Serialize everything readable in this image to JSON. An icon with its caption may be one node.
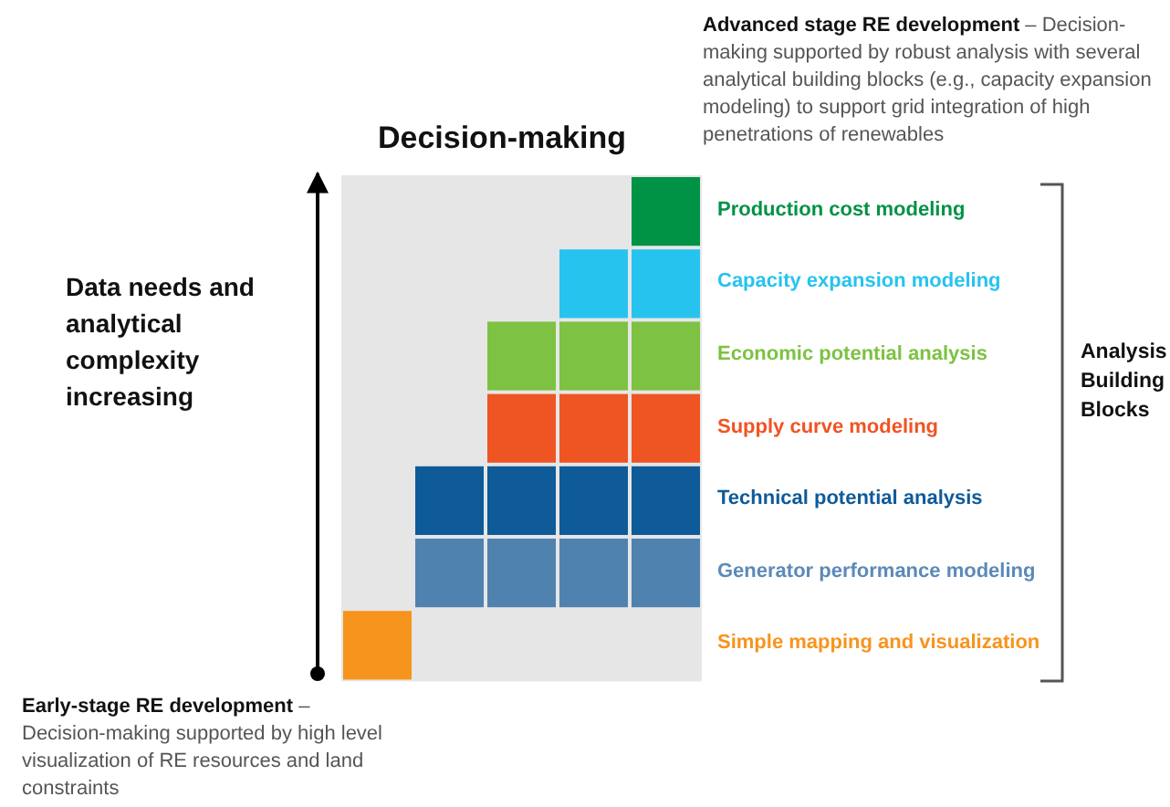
{
  "diagram": {
    "title": "Decision-making",
    "labels": [
      "**Advanced stage RE development** – Decision-making supported by robust analysis with several analytical building blocks (e.g., capacity expansion modeling) to support grid integration of high penetrations of renewables",
      "Data needs and analytical complexity increasing",
      "Production cost modeling",
      "Capacity expansion modeling",
      "Economic potential analysis",
      "Supply curve modeling",
      "Technical potential analysis",
      "Generator performance modeling",
      "Simple mapping and visualization",
      "Analysis Building Blocks",
      "**Early-stage RE development** – Decision-making supported by high level visualization of RE resources and land constraints"
    ]
  }
}
